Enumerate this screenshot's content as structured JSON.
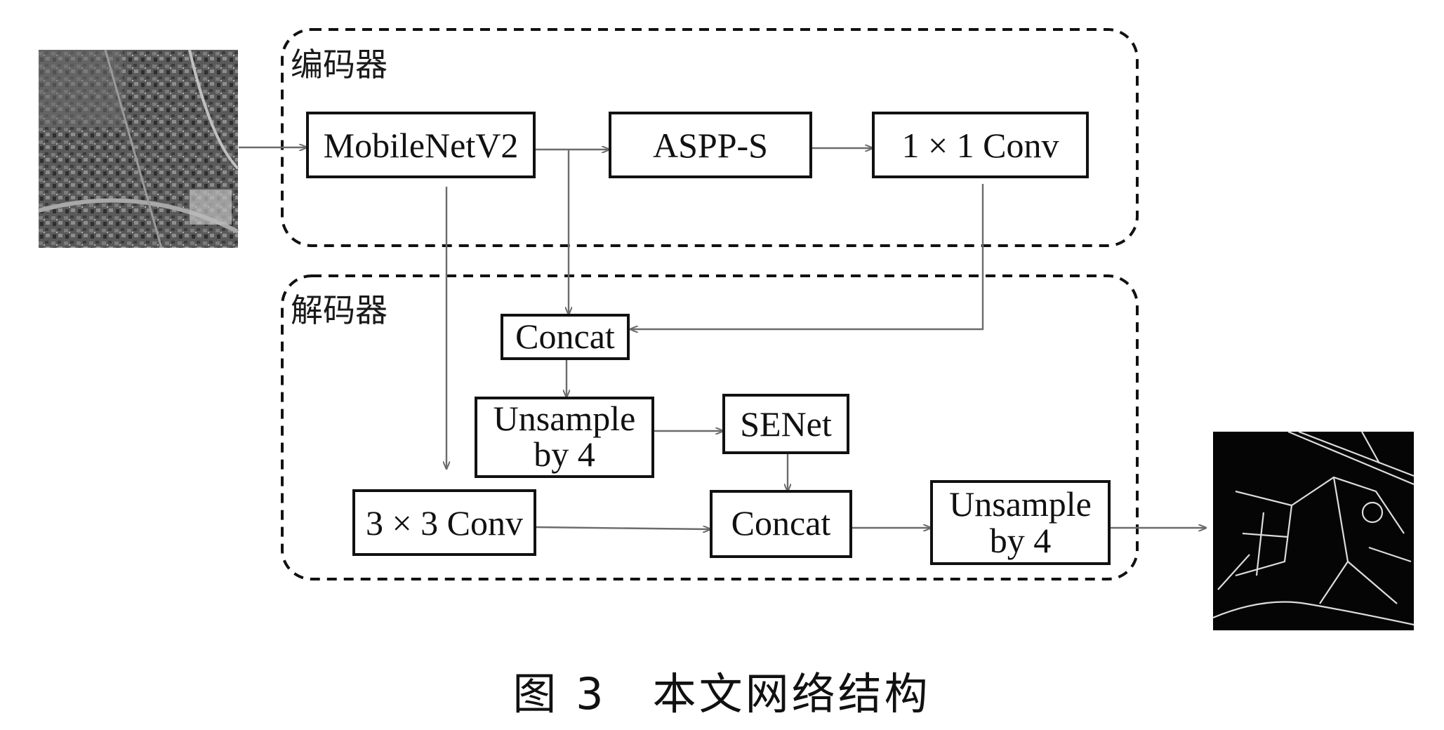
{
  "regions": {
    "encoder": "编码器",
    "decoder": "解码器"
  },
  "nodes": {
    "mobilenet": "MobileNetV2",
    "aspp": "ASPP-S",
    "conv1x1": "1 × 1 Conv",
    "concat_top": "Concat",
    "upsample1_line1": "Unsample",
    "upsample1_line2": "by 4",
    "senet": "SENet",
    "conv3x3": "3 × 3 Conv",
    "concat_bottom": "Concat",
    "upsample2_line1": "Unsample",
    "upsample2_line2": "by 4"
  },
  "images": {
    "input": "aerial-photo-icon",
    "output": "road-mask-icon"
  },
  "caption": "图 3　本文网络结构"
}
